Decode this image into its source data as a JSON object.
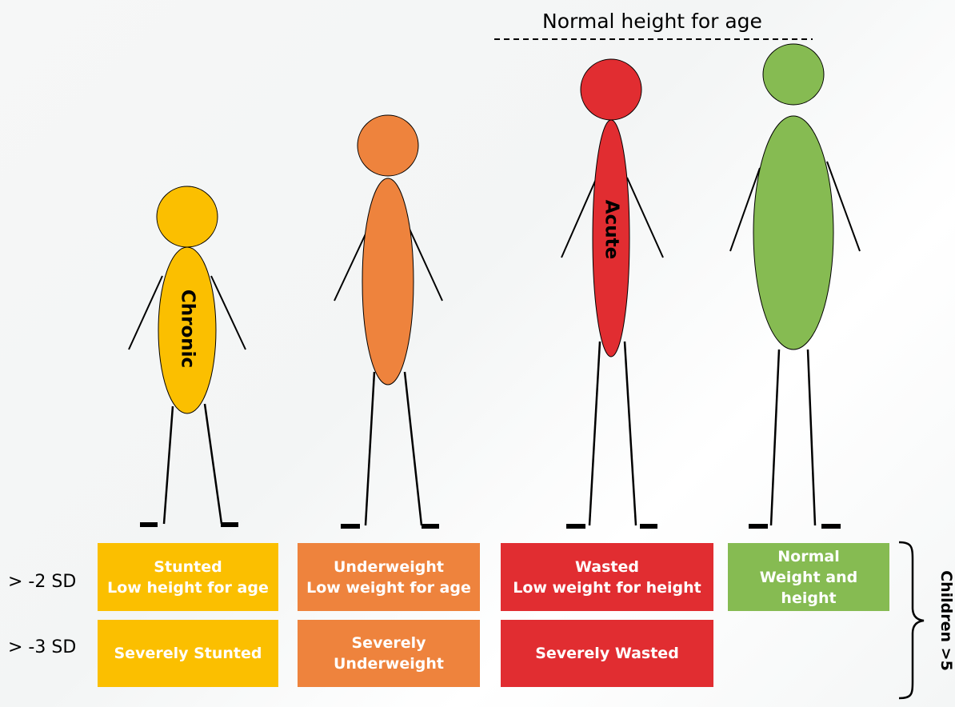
{
  "title": "Normal height for age",
  "figures": [
    {
      "id": "stunted",
      "body_label": "Chronic",
      "color": "#fbbf00"
    },
    {
      "id": "underweight",
      "body_label": "",
      "color": "#ee833d"
    },
    {
      "id": "wasted",
      "body_label": "Acute",
      "color": "#e12d31"
    },
    {
      "id": "normal",
      "body_label": "",
      "color": "#86bb52"
    }
  ],
  "rows": [
    {
      "label": "> -2 SD"
    },
    {
      "label": "> -3 SD"
    }
  ],
  "boxes": {
    "stunted_2sd": {
      "line1": "Stunted",
      "line2": "Low height for age"
    },
    "underweight_2sd": {
      "line1": "Underweight",
      "line2": "Low weight for age"
    },
    "wasted_2sd": {
      "line1": "Wasted",
      "line2": "Low weight for height"
    },
    "normal_2sd": {
      "line1": "Normal",
      "line2": "Weight and height"
    },
    "stunted_3sd": {
      "line1": "Severely Stunted",
      "line2": ""
    },
    "underweight_3sd": {
      "line1": "Severely",
      "line2": "Underweight"
    },
    "wasted_3sd": {
      "line1": "Severely Wasted",
      "line2": ""
    }
  },
  "side_label": "Children >5"
}
